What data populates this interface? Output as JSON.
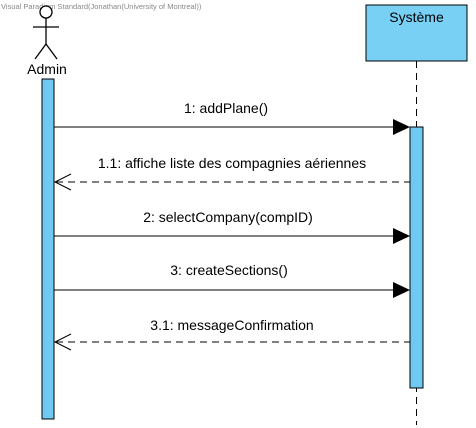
{
  "watermark": "Visual Paradigm Standard(Jonathan(University of Montreal))",
  "colors": {
    "activation_fill": "#6fcaf2",
    "object_fill": "#78d0f4",
    "line": "#000000"
  },
  "actor": {
    "name": "Admin",
    "icon": "stick-figure-actor"
  },
  "object": {
    "name": "Système"
  },
  "messages": [
    {
      "label": "1: addPlane()",
      "kind": "sync",
      "direction": "to-system"
    },
    {
      "label": "1.1: affiche liste des compagnies aériennes",
      "kind": "return",
      "direction": "to-actor"
    },
    {
      "label": "2: selectCompany(compID)",
      "kind": "sync",
      "direction": "to-system"
    },
    {
      "label": "3: createSections()",
      "kind": "sync",
      "direction": "to-system"
    },
    {
      "label": "3.1: messageConfirmation",
      "kind": "return",
      "direction": "to-actor"
    }
  ]
}
